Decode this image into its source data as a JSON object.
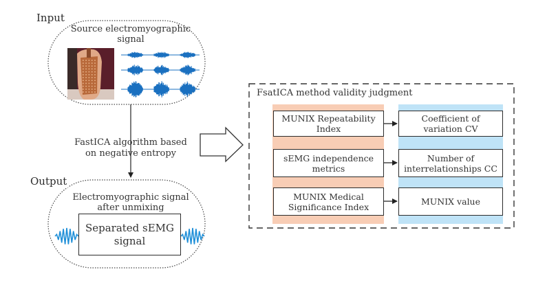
{
  "input_section": {
    "label": "Input",
    "title_line1": "Source electromyographic",
    "title_line2": "signal",
    "photo_icon": "arm-electrode-grid-photo",
    "waveform_icon": "emg-waveform-grid"
  },
  "process": {
    "line1": "FastICA algorithm based",
    "line2": "on negative entropy"
  },
  "output_section": {
    "label": "Output",
    "title_line1": "Electromyographic signal",
    "title_line2": "after unmixing",
    "box_line1": "Separated sEMG",
    "box_line2": "signal"
  },
  "validity": {
    "title": "FsatICA method validity judgment",
    "colors": {
      "left_column": "#f8cdb5",
      "right_column": "#bfe3f7",
      "waveform": "#1f8fd8",
      "emg_blue": "#1a70c0"
    },
    "rows": [
      {
        "index_line1": "MUNIX Repeatability",
        "index_line2": "Index",
        "metric_line1": "Coefficient of",
        "metric_line2": "variation CV"
      },
      {
        "index_line1": "sEMG independence",
        "index_line2": "metrics",
        "metric_line1": "Number of",
        "metric_line2": "interrelationships CC"
      },
      {
        "index_line1": "MUNIX Medical",
        "index_line2": "Significance Index",
        "metric_line1": "MUNIX value",
        "metric_line2": ""
      }
    ]
  }
}
